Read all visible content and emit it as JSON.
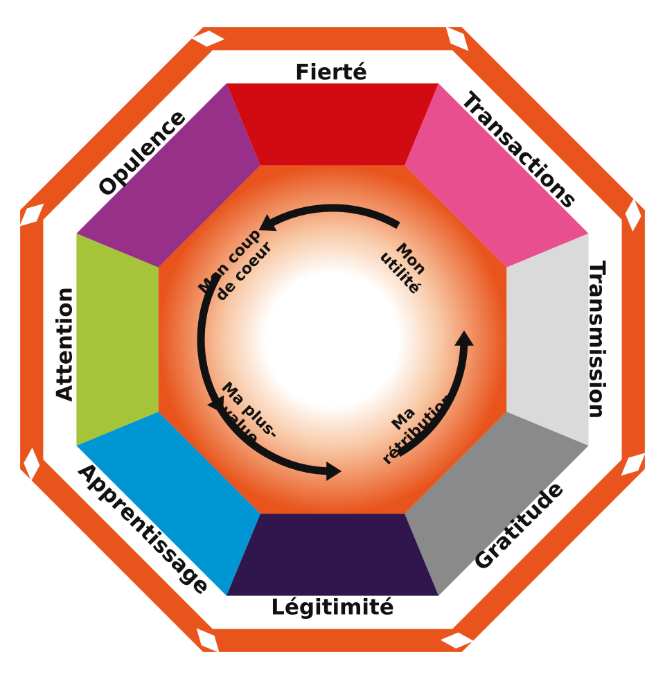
{
  "colors": {
    "outer_arrow": "#e8541c",
    "center_fill": "#ffffff",
    "center_edge": "#e8541c",
    "cycle_arrow": "#111111",
    "label_text": "#111111"
  },
  "outer_ring": {
    "direction": "clockwise",
    "segments": [
      {
        "label": "Fierté",
        "color": "#d20a11"
      },
      {
        "label": "Transactions",
        "color": "#e94f8e"
      },
      {
        "label": "Transmission",
        "color": "#dadada"
      },
      {
        "label": "Gratitude",
        "color": "#8a8a8a"
      },
      {
        "label": "Légitimité",
        "color": "#31164d"
      },
      {
        "label": "Apprentissage",
        "color": "#0095d3"
      },
      {
        "label": "Attention",
        "color": "#a6c43a"
      },
      {
        "label": "Opulence",
        "color": "#983089"
      }
    ]
  },
  "inner_cycle": {
    "direction": "counter-clockwise",
    "items": [
      {
        "lines": [
          "Mon",
          "utilité"
        ]
      },
      {
        "lines": [
          "Mon coup",
          "de coeur"
        ]
      },
      {
        "lines": [
          "Ma plus-",
          "value"
        ]
      },
      {
        "lines": [
          "Ma",
          "rétribution"
        ]
      }
    ]
  }
}
